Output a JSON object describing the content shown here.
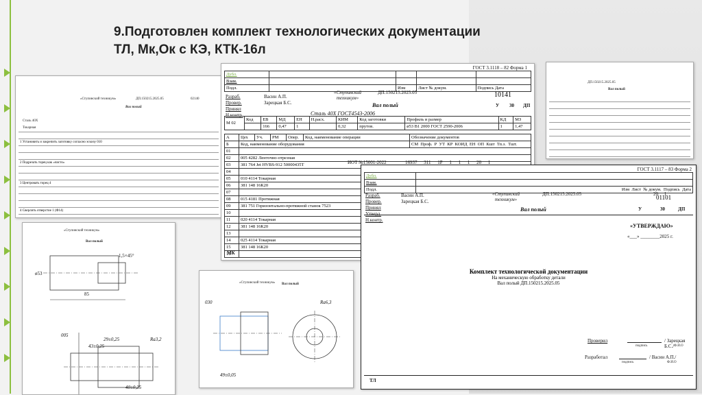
{
  "slide": {
    "title_line1": "9.Подготовлен комплект технологических документации",
    "title_line2": "ТЛ, Мк,Ок с КЭ, КТК-16л"
  },
  "route_card": {
    "gost": "ГОСТ 3.1118 – 82 Форма 1",
    "doc_no": "ДП.150215.2025.05",
    "code": "10141",
    "college": "«Ступинский техникум»",
    "part_name": "Вал полый",
    "unit": "У",
    "qty": "30",
    "dp": "ДП",
    "material": "Сталь 40Х  ГОСТ4543-2006",
    "roles": [
      "Разраб.",
      "Провер.",
      "Принял",
      "Н.контр."
    ],
    "names": [
      "Васин А.П.",
      "Зарецкая Б.С."
    ],
    "m02_cols": [
      "Код",
      "ЕВ",
      "МД",
      "ЕН",
      "Н.расх.",
      "КИМ",
      "Код заготовки",
      "Профиль и размер",
      "КД",
      "МЗ"
    ],
    "m02_vals": [
      "",
      "166",
      "0,47",
      "1",
      "",
      "0,32",
      "прутов.",
      "ø53 B1 2000 ГОСТ 2590-2006",
      "1",
      "1,47"
    ],
    "m02_label": "М 02",
    "ops_header": [
      "А",
      "Цех",
      "Уч.",
      "РМ",
      "Опер.",
      "Код, наименование операции",
      "Обозначение документов"
    ],
    "b_header": [
      "Б",
      "Код, наименование оборудования",
      "СМ",
      "Проф.",
      "Р",
      "УТ",
      "КР",
      "КОИД",
      "ЕН",
      "ОП",
      "Кшт",
      "Тп.з.",
      "Тшт."
    ],
    "rows": [
      {
        "n": "01",
        "text": ""
      },
      {
        "n": "02",
        "text": "005   4282 Ленточно-отрезная"
      },
      {
        "n": "03",
        "text": "381 764     Jet HVBS-912 50000435Т"
      },
      {
        "n": "04",
        "text": ""
      },
      {
        "n": "05",
        "text": "010   4114 Токарная"
      },
      {
        "n": "06",
        "text": "381 148     16К20"
      },
      {
        "n": "07",
        "text": ""
      },
      {
        "n": "08",
        "text": "015   4181 Протяжная"
      },
      {
        "n": "09",
        "text": "381 751     Горизонтально-протяжной станок 7523"
      },
      {
        "n": "10",
        "text": ""
      },
      {
        "n": "11",
        "text": "020   4114 Токарная"
      },
      {
        "n": "12",
        "text": "381 148     16К20"
      },
      {
        "n": "13",
        "text": ""
      },
      {
        "n": "14",
        "text": "025   4114 Токарная"
      },
      {
        "n": "15",
        "text": "381 148     16К20"
      },
      {
        "n": "16",
        "text": ""
      }
    ],
    "iot": "ИОТ №15001-2022",
    "row03_nums": [
      "16937",
      "311",
      "1Р",
      "1",
      "1",
      "1",
      "20",
      "1"
    ],
    "footer": "МК"
  },
  "title_page": {
    "gost": "ГОСТ 3.1117 – 83 Форма 2",
    "doc_no": "ДП.150215.2025.05",
    "code": "01101",
    "college": "«Ступинский техникум»",
    "part_name": "Вал полый",
    "unit": "У",
    "qty": "30",
    "dp": "ДП",
    "roles": [
      "Разраб.",
      "Провер.",
      "Принял",
      "Утверд.",
      "Н.контр."
    ],
    "names": [
      "Васин А.П.",
      "Зарецкая Б.С."
    ],
    "sheet_labels": [
      "Изм",
      "Лист",
      "№ докум.",
      "Подпись",
      "Дата"
    ],
    "sheet_nums": [
      "20",
      "1"
    ],
    "approve": "«УТВЕРЖДАЮ»",
    "approve_date": "«___» ________2025 г.",
    "heading": "Комплект технологической документации",
    "line2": "На механическую обработку детали",
    "line3": "Вал полый ДП.150215.2025.05",
    "checked_label": "Проверил",
    "checked_name": "/ Зарецкая Б.С./",
    "dev_label": "Разработал",
    "dev_name": "/ Васин А.П./",
    "podpis": "подпись",
    "fio": "Ф.И.О",
    "footer": "ТЛ"
  },
  "op_sheet_left": {
    "doc_no": "ДП.150215.2025.05",
    "college": "«Ступинский техникум»",
    "part_name": "Вал полый",
    "sheet_no": "02140",
    "material": "Сталь 40Х",
    "operation": "Токарная",
    "steps": [
      "1 Установить и закрепить заготовку согласно эскизу 010",
      "2 Подрезать торец как «чисто»",
      "3 Центровать торец 4",
      "4 Сверлить отверстие 1 (Ф14)"
    ]
  },
  "op_sheet_right": {
    "part_name": "Вал полый",
    "doc_no": "ДП.150215.2025.05"
  },
  "sketch_left": {
    "college": "«Ступинский техникум»",
    "part_name": "Вал полый",
    "dim_main": "85",
    "dim_chamfer": "1,5×45°",
    "dim_dia": "ø53",
    "op": "005",
    "dim_d29": "29±0,25",
    "dim_d43": "43±0,25",
    "dim_40": "40±0,25",
    "ra": "Ra3,2"
  },
  "sketch_mid": {
    "college": "«Ступинский техникум»",
    "part_name": "Вал полый",
    "op": "030",
    "ra": "Ra6,3",
    "dim_49": "49±0,05"
  }
}
